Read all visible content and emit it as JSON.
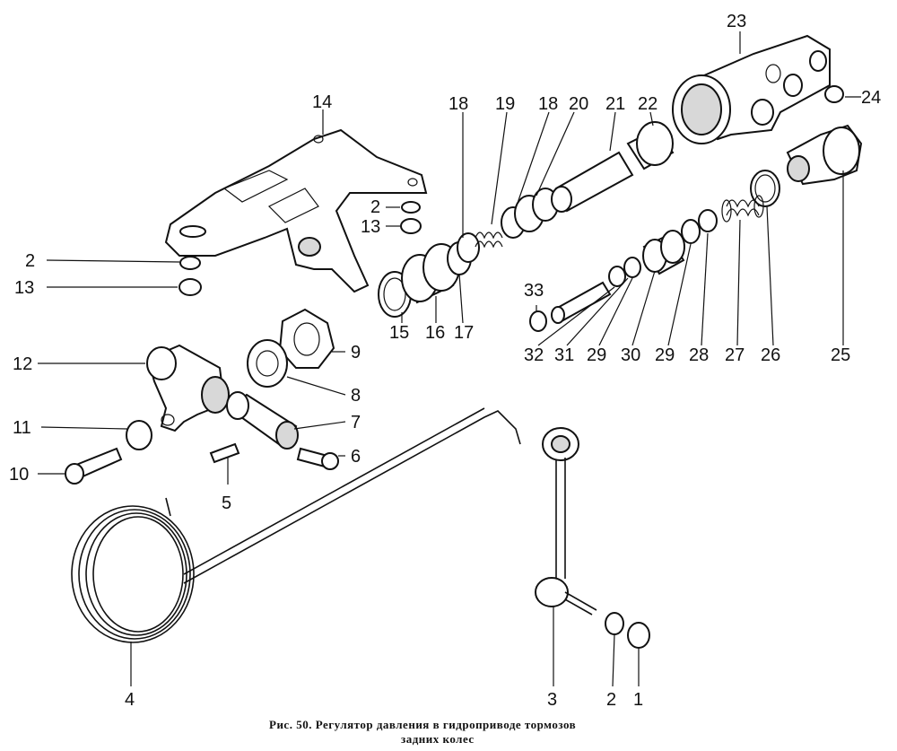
{
  "caption": {
    "line1": "Рис. 50. Регулятор давления в гидроприводе тормозов",
    "line2": "задних колес"
  },
  "labels": {
    "l1": "1",
    "l2a": "2",
    "l2b": "2",
    "l2c": "2",
    "l3": "3",
    "l4": "4",
    "l5": "5",
    "l6": "6",
    "l7": "7",
    "l8": "8",
    "l9": "9",
    "l10": "10",
    "l11": "11",
    "l12": "12",
    "l13a": "13",
    "l13b": "13",
    "l14": "14",
    "l15": "15",
    "l16": "16",
    "l17": "17",
    "l18a": "18",
    "l18b": "18",
    "l19": "19",
    "l20": "20",
    "l21": "21",
    "l22": "22",
    "l23": "23",
    "l24": "24",
    "l25": "25",
    "l26": "26",
    "l27": "27",
    "l28": "28",
    "l29a": "29",
    "l29b": "29",
    "l30": "30",
    "l31": "31",
    "l32": "32",
    "l33": "33"
  }
}
